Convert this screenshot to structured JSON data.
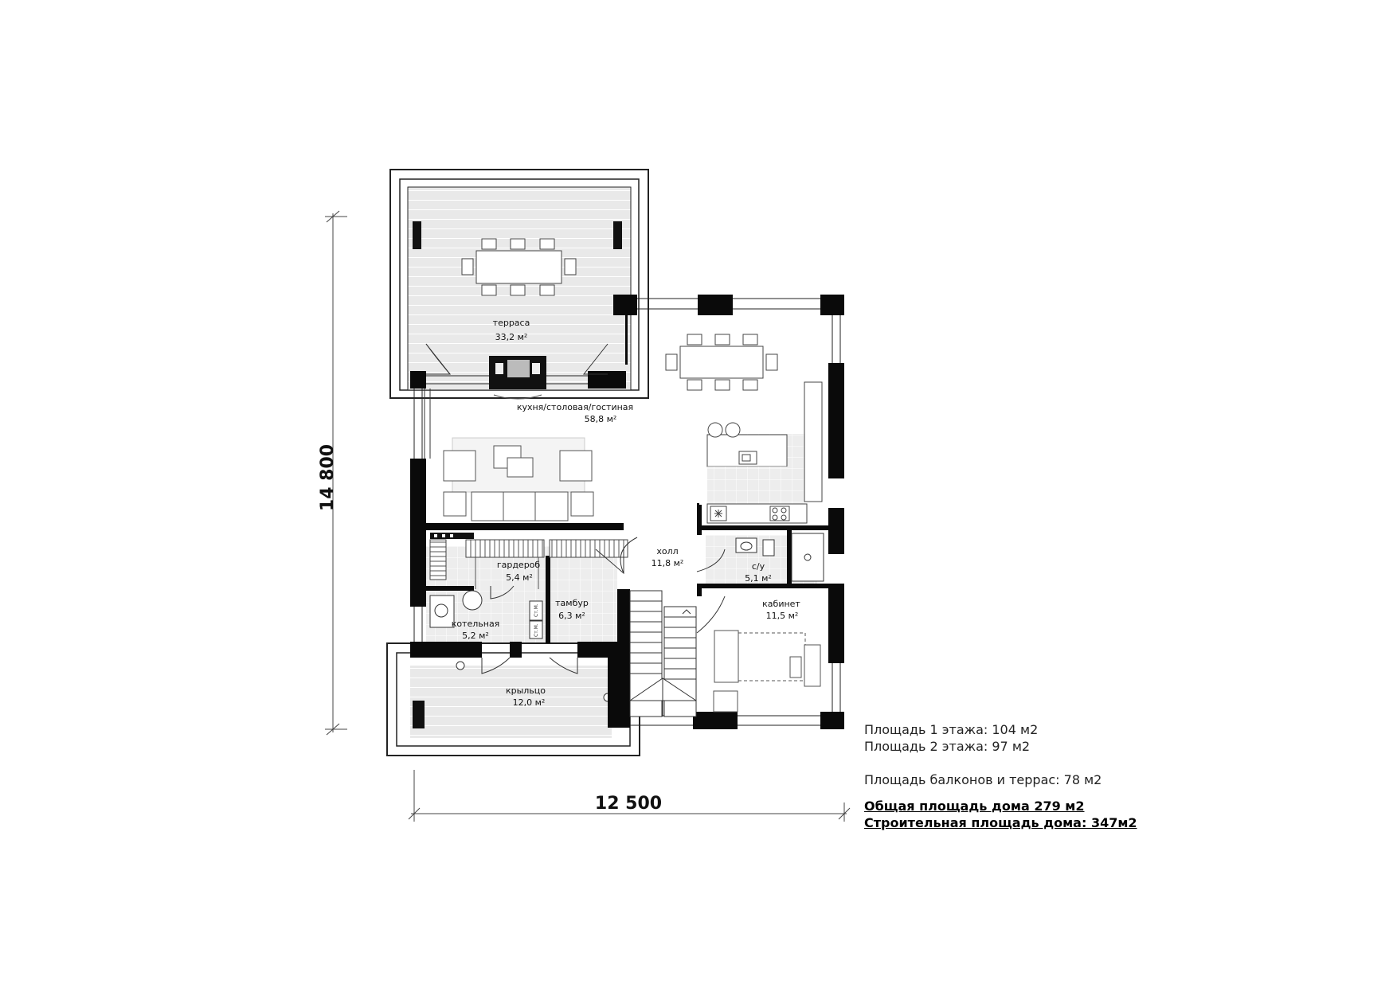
{
  "dimensions": {
    "height_label": "14 800",
    "width_label": "12 500"
  },
  "rooms": {
    "terrace": {
      "name": "терраса",
      "area": "33,2 м²"
    },
    "living": {
      "name": "кухня/столовая/гостиная",
      "area": "58,8 м²"
    },
    "hall": {
      "name": "холл",
      "area": "11,8 м²"
    },
    "wardrobe": {
      "name": "гардероб",
      "area": "5,4 м²"
    },
    "vestibule": {
      "name": "тамбур",
      "area": "6,3 м²"
    },
    "boiler": {
      "name": "котельная",
      "area": "5,2 м²"
    },
    "bathroom": {
      "name": "с/у",
      "area": "5,1 м²"
    },
    "office": {
      "name": "кабинет",
      "area": "11,5 м²"
    },
    "porch": {
      "name": "крыльцо",
      "area": "12,0 м²"
    }
  },
  "washer_labels": [
    "Ст.М.",
    "Ст.М."
  ],
  "areas_info": {
    "floor1": "Площадь 1 этажа: 104 м2",
    "floor2": "Площадь 2 этажа: 97 м2",
    "balconies": "Площадь балконов и террас: 78 м2",
    "total": "Общая площадь дома 279 м2",
    "building": "Строительная площадь дома: 347м2"
  }
}
